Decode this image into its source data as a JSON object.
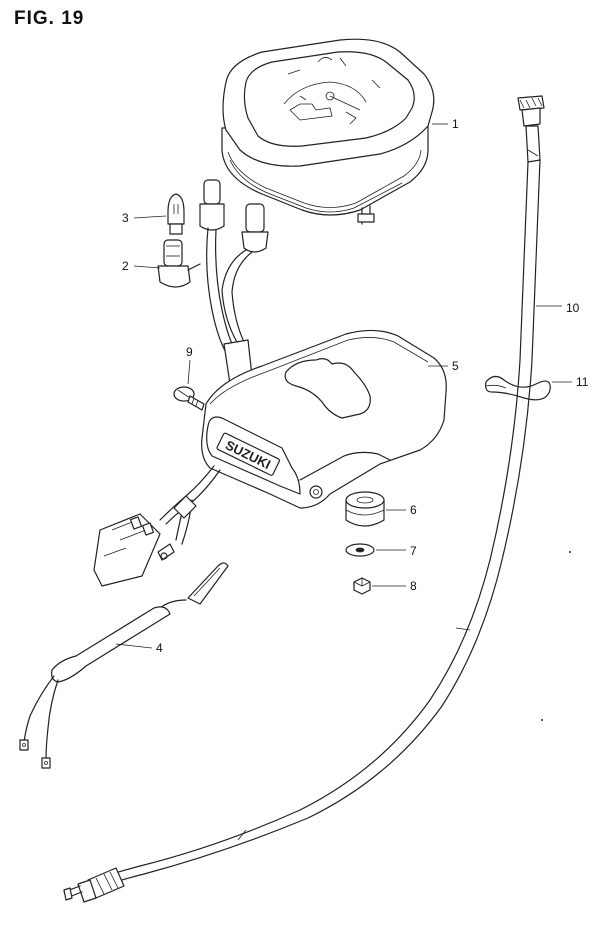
{
  "figure": {
    "title": "FIG. 19"
  },
  "brand_label": "SUZUKI",
  "callouts": [
    {
      "id": "c1",
      "number": "1"
    },
    {
      "id": "c2",
      "number": "2"
    },
    {
      "id": "c3",
      "number": "3"
    },
    {
      "id": "c4",
      "number": "4"
    },
    {
      "id": "c5",
      "number": "5"
    },
    {
      "id": "c6",
      "number": "6"
    },
    {
      "id": "c7",
      "number": "7"
    },
    {
      "id": "c8",
      "number": "8"
    },
    {
      "id": "c9",
      "number": "9"
    },
    {
      "id": "c10",
      "number": "10"
    },
    {
      "id": "c11",
      "number": "11"
    }
  ]
}
